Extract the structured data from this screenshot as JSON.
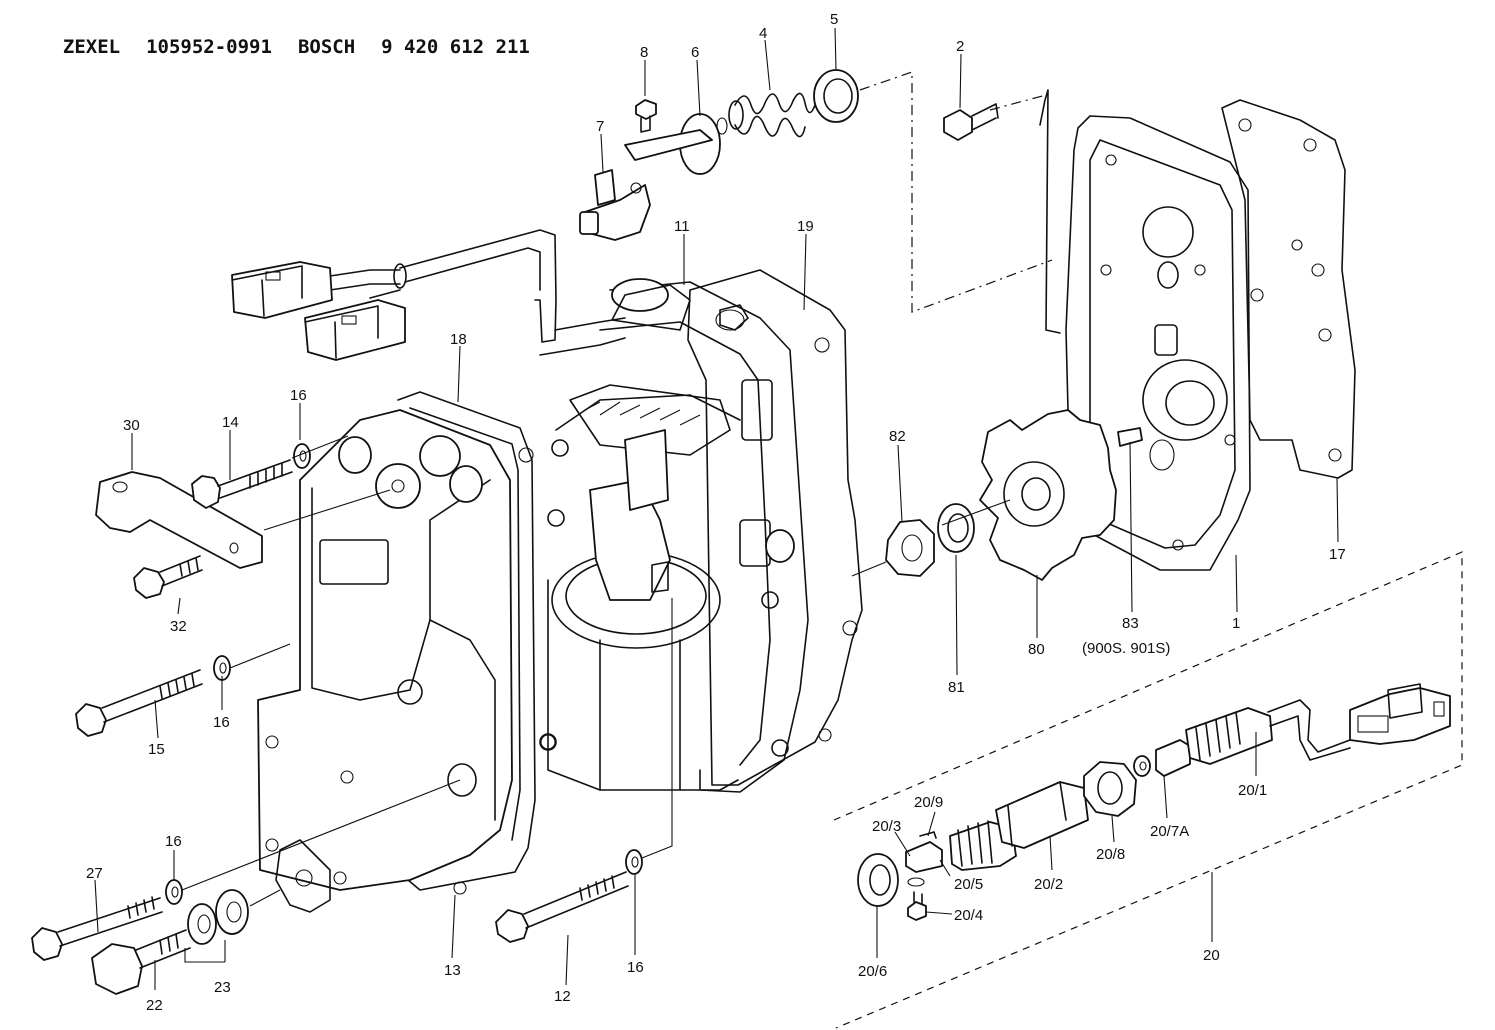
{
  "header": {
    "brand_a": "ZEXEL",
    "part_a": "105952-0991",
    "brand_b": "BOSCH",
    "part_b": "9 420 612 211"
  },
  "callouts": {
    "c1": "1",
    "c2": "2",
    "c4": "4",
    "c5": "5",
    "c6": "6",
    "c7": "7",
    "c8": "8",
    "c11": "11",
    "c12": "12",
    "c13": "13",
    "c14": "14",
    "c15": "15",
    "c16a": "16",
    "c16b": "16",
    "c16c": "16",
    "c16d": "16",
    "c17": "17",
    "c18": "18",
    "c19": "19",
    "c20": "20",
    "c20_1": "20/1",
    "c20_2": "20/2",
    "c20_3": "20/3",
    "c20_4": "20/4",
    "c20_5": "20/5",
    "c20_6": "20/6",
    "c20_7a": "20/7A",
    "c20_8": "20/8",
    "c20_9": "20/9",
    "c22": "22",
    "c23": "23",
    "c27": "27",
    "c30": "30",
    "c32": "32",
    "c80": "80",
    "c81": "81",
    "c82": "82",
    "c83": "83",
    "c83_note": "(900S. 901S)"
  }
}
